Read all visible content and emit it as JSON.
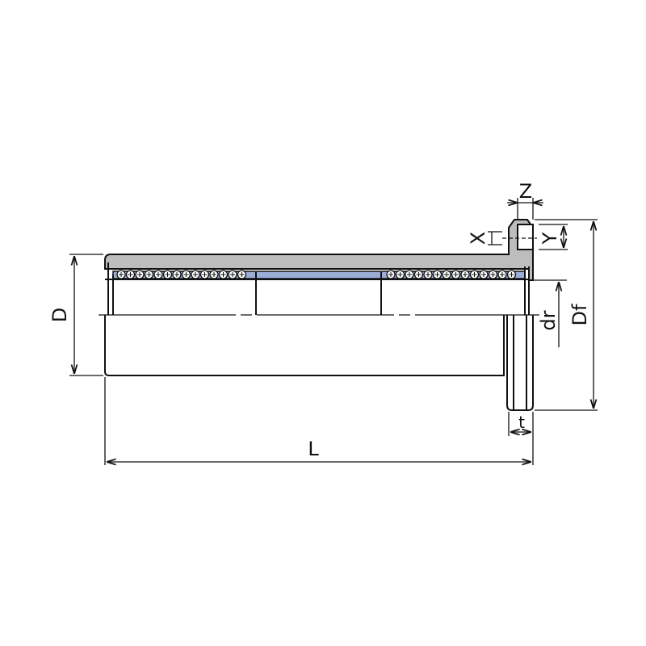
{
  "diagram": {
    "title": "Flanged linear bushing dimension drawing",
    "labels": {
      "D": "D",
      "L": "L",
      "t": "t",
      "Df": "Df",
      "dr": "dr",
      "Z": "Z",
      "X": "X",
      "Y": "Y"
    },
    "colors": {
      "body": "#bdbdbd",
      "retainer": "#9aaed8",
      "line": "#111111"
    }
  }
}
